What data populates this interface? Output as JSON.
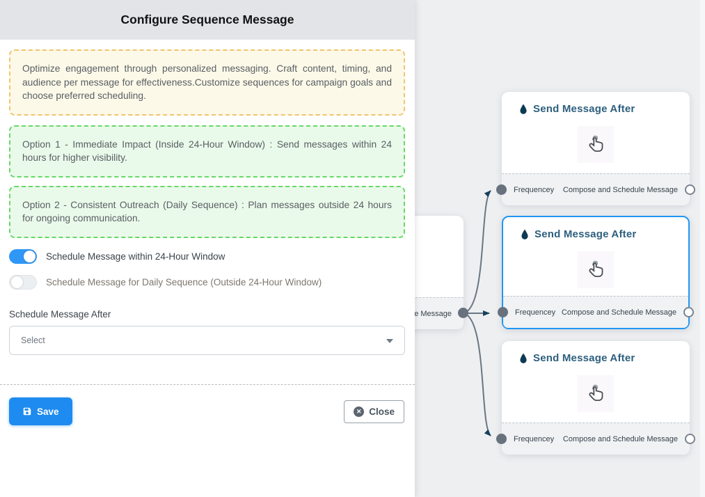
{
  "drawer": {
    "title": "Configure Sequence Message",
    "info_box": {
      "text": "Optimize engagement through personalized messaging. Craft content, timing, and audience per message for effectiveness.Customize sequences for campaign goals and choose preferred scheduling."
    },
    "option_boxes": [
      {
        "text": "Option 1 - Immediate Impact (Inside 24-Hour Window) : Send messages within 24 hours for higher visibility."
      },
      {
        "text": "Option 2 - Consistent Outreach (Daily Sequence) : Plan messages outside 24 hours for ongoing communication."
      }
    ],
    "toggles": [
      {
        "label": "Schedule Message within 24-Hour Window",
        "state": "on"
      },
      {
        "label": "Schedule Message for Daily Sequence (Outside 24-Hour Window)",
        "state": "off"
      }
    ],
    "select_field": {
      "label": "Schedule Message After",
      "placeholder": "Select"
    },
    "buttons": {
      "save": "Save",
      "close": "Close"
    }
  },
  "flow": {
    "parent_partial": {
      "footer_label": "ce Message"
    },
    "nodes": [
      {
        "title": "Send Message After",
        "footer_left": "Frequencey",
        "footer_right": "Compose and Schedule Message",
        "selected": false
      },
      {
        "title": "Send Message After",
        "footer_left": "Frequencey",
        "footer_right": "Compose and Schedule Message",
        "selected": true
      },
      {
        "title": "Send Message After",
        "footer_left": "Frequencey",
        "footer_right": "Compose and Schedule Message",
        "selected": false
      }
    ]
  },
  "colors": {
    "accent_blue": "#1e8bf0",
    "toggle_on_blue": "#2f97f5",
    "selected_node_border": "#2196f3",
    "edge_gray": "#6b7683",
    "arrowhead_navy": "#16405d",
    "node_title_blue": "#2d5f7e",
    "droplet_navy": "#0d3a53",
    "info_border_yellow": "#f2c46d",
    "info_bg_yellow": "#fdf9e8",
    "option_border_green": "#67d867",
    "option_bg_green": "#eafaea",
    "header_bg": "#e2e4e8",
    "canvas_bg": "#edeff1"
  }
}
